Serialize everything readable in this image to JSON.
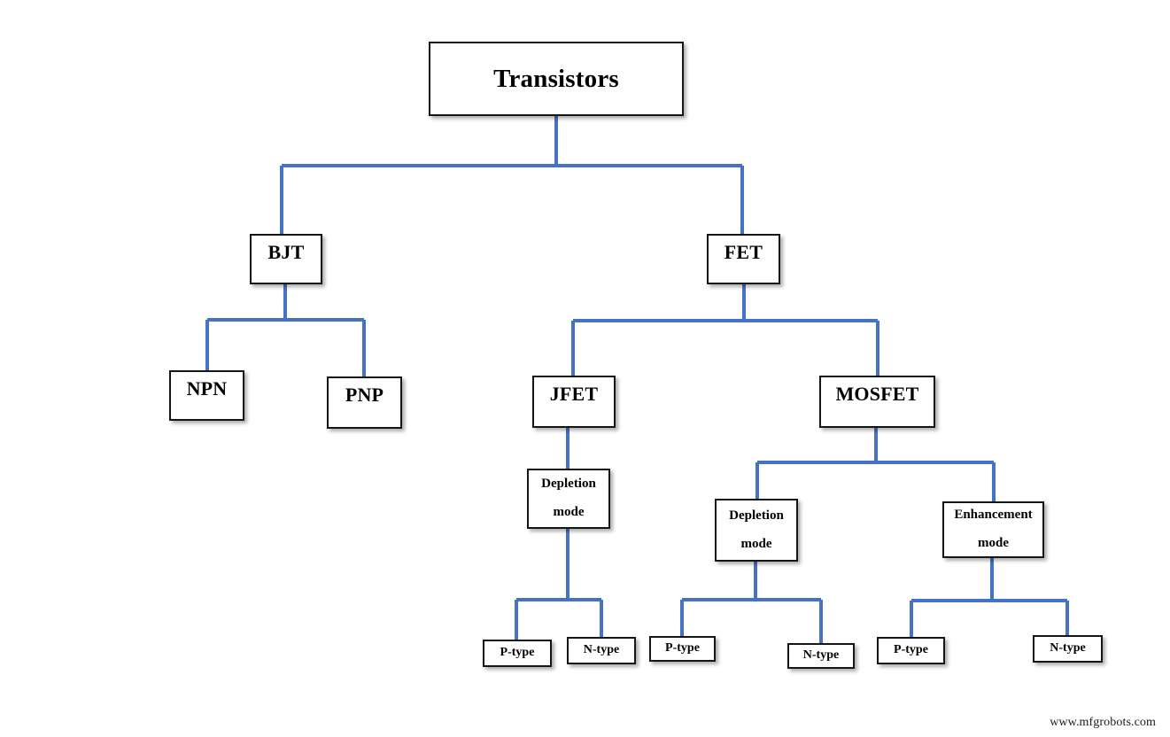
{
  "diagram": {
    "title": "Transistors classification tree",
    "accent_color": "#4472C4",
    "border_color": "#151515",
    "background_color": "#FFFFFF",
    "nodes": {
      "root": {
        "label": "Transistors"
      },
      "bjt": {
        "label": "BJT"
      },
      "fet": {
        "label": "FET"
      },
      "npn": {
        "label": "NPN"
      },
      "pnp": {
        "label": "PNP"
      },
      "jfet": {
        "label": "JFET"
      },
      "mosfet": {
        "label": "MOSFET"
      },
      "jfet_depletion": {
        "line1": "Depletion",
        "line2": "mode"
      },
      "mos_depletion": {
        "line1": "Depletion",
        "line2": "mode"
      },
      "mos_enhancement": {
        "line1": "Enhancement",
        "line2": "mode"
      },
      "jfet_dep_p": {
        "label": "P-type"
      },
      "jfet_dep_n": {
        "label": "N-type"
      },
      "mos_dep_p": {
        "label": "P-type"
      },
      "mos_dep_n": {
        "label": "N-type"
      },
      "mos_enh_p": {
        "label": "P-type"
      },
      "mos_enh_n": {
        "label": "N-type"
      }
    }
  },
  "watermark": {
    "text": "www.mfgrobots.com"
  }
}
